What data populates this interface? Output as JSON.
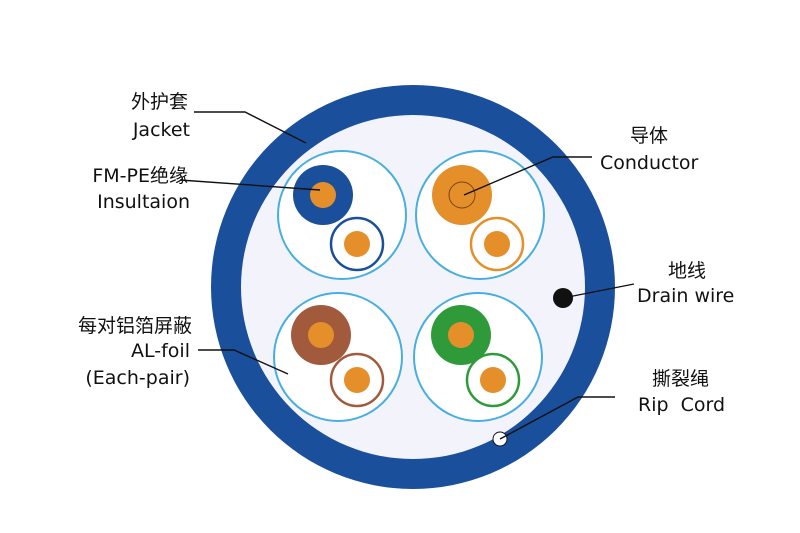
{
  "labels": {
    "jacket": {
      "zh": "外护套",
      "en": "Jacket"
    },
    "insulation": {
      "zh": "FM-PE绝缘",
      "en": "Insultaion"
    },
    "foil": {
      "zh": "每对铝箔屏蔽",
      "en": "AL-foil",
      "en2": "(Each-pair)"
    },
    "conductor": {
      "zh": "导体",
      "en": "Conductor"
    },
    "drain": {
      "zh": "地线",
      "en": "Drain wire"
    },
    "rip": {
      "zh": "撕裂绳",
      "en": "Rip  Cord"
    }
  },
  "colors": {
    "jacket": "#1a4f9c",
    "jacket_inner": "#f3f4fb",
    "pair_foil": "#48aee0",
    "conductor": "#e58f2a",
    "pair_blue": "#1a4f9c",
    "pair_orange": "#e58f2a",
    "pair_brown": "#a15a3c",
    "pair_green": "#2e9a3a",
    "drain": "#111111",
    "rip_cord": "#ffffff"
  },
  "pairs": [
    {
      "name": "blue pair",
      "color": "#1a4f9c"
    },
    {
      "name": "orange pair",
      "color": "#e58f2a"
    },
    {
      "name": "brown pair",
      "color": "#a15a3c"
    },
    {
      "name": "green pair",
      "color": "#2e9a3a"
    }
  ]
}
